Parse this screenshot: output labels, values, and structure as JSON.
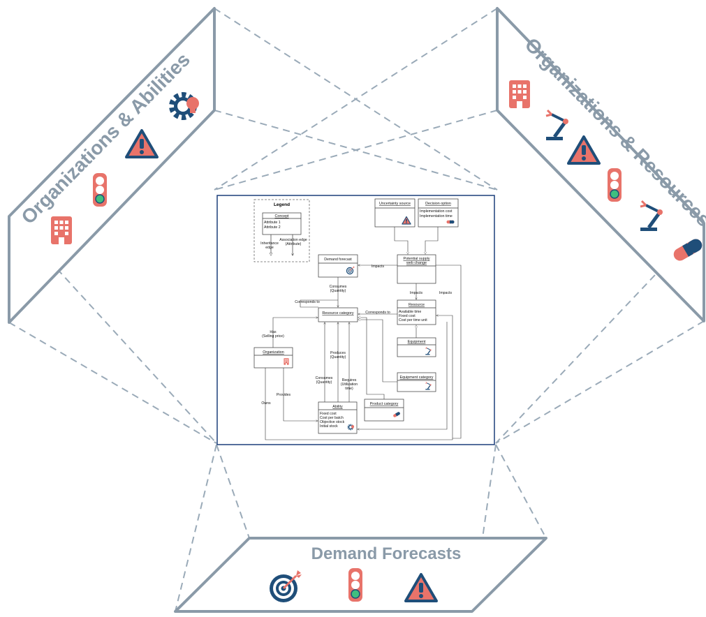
{
  "panels": {
    "left": {
      "title": "Organizations & Abilities"
    },
    "right": {
      "title": "Organizations & Resources"
    },
    "bottom": {
      "title": "Demand Forecasts"
    }
  },
  "colors": {
    "frame": "#8a9aa8",
    "dash": "#9aaab8",
    "icon_red": "#e8736a",
    "icon_navy": "#1f4e79",
    "icon_green": "#3fbf7f",
    "diagram_border": "#1c3f7a"
  },
  "diagram": {
    "legend": {
      "title": "Legend",
      "concept": "Concept",
      "attr1": "Attribute 1",
      "attr2": "Attribute 2",
      "inheritance_1": "Inheritance",
      "inheritance_2": "edge",
      "association_1": "Association edge",
      "association_2": "(Attribute)"
    },
    "nodes": {
      "uncertainty": "Uncertainty source",
      "decision": "Decision option",
      "decision_attr1": "Implementation cost",
      "decision_attr2": "Implementation time",
      "demand": "Demand forecast",
      "potential_1": "Potential supply",
      "potential_2": "web change",
      "resource_category": "Resource category",
      "resource": "Resource",
      "resource_attr1": "Available time",
      "resource_attr2": "Fixed cost",
      "resource_attr3": "Cost per time unit",
      "equipment": "Equipment",
      "equipment_category": "Equipment category",
      "organization": "Organization",
      "product_category": "Product category",
      "ability": "Ability",
      "ability_attr1": "Fixed cost",
      "ability_attr2": "Cost per batch",
      "ability_attr3": "Objective stock",
      "ability_attr4": "Initial stock"
    },
    "edges": {
      "impacts_demand": "Impacts",
      "impacts_resource": "Impacts",
      "impacts_right": "Impacts",
      "consumes_1": "Consumes",
      "consumes_2": "(Quantity)",
      "corresponds_left": "Corresponds to",
      "corresponds_right": "Corresponds to",
      "has_1": "Has",
      "has_2": "(Selling price)",
      "produces_1": "Produces",
      "produces_2": "(Quantity)",
      "consumes_b1": "Consumes",
      "consumes_b2": "(Quantity)",
      "requires_1": "Requires",
      "requires_2": "(Utilization",
      "requires_3": "time)",
      "provides": "Provides",
      "owns": "Owns"
    }
  },
  "icons": {
    "left": [
      "building-icon",
      "traffic-light-icon",
      "warning-icon",
      "gear-bulb-icon"
    ],
    "right": [
      "building-icon",
      "robot-arm-icon",
      "warning-icon",
      "traffic-light-icon",
      "robot-arm-icon",
      "pill-icon"
    ],
    "bottom": [
      "target-icon",
      "traffic-light-icon",
      "warning-icon"
    ]
  }
}
